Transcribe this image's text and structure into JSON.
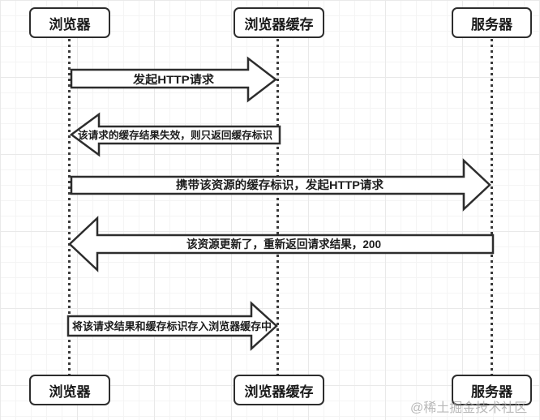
{
  "actors": [
    {
      "label": "浏览器"
    },
    {
      "label": "浏览器缓存"
    },
    {
      "label": "服务器"
    }
  ],
  "messages": [
    {
      "label": "发起HTTP请求",
      "from": "浏览器",
      "to": "浏览器缓存",
      "direction": "right"
    },
    {
      "label": "该请求的缓存结果失效，则只返回缓存标识",
      "from": "浏览器缓存",
      "to": "浏览器",
      "direction": "left"
    },
    {
      "label": "携带该资源的缓存标识，发起HTTP请求",
      "from": "浏览器",
      "to": "服务器",
      "direction": "right"
    },
    {
      "label": "该资源更新了，重新返回请求结果，200",
      "from": "服务器",
      "to": "浏览器",
      "direction": "left"
    },
    {
      "label": "将该请求结果和缓存标识存入浏览器缓存中",
      "from": "浏览器",
      "to": "浏览器缓存",
      "direction": "right"
    }
  ],
  "watermark": {
    "text": "@稀土掘金技术社区"
  },
  "colors": {
    "stroke": "#2d2d2d",
    "shape_fill": "#ffffff",
    "grid_line": "#e9e9e9",
    "watermark": "#a0a0a0",
    "text": "#1c1c1c"
  }
}
